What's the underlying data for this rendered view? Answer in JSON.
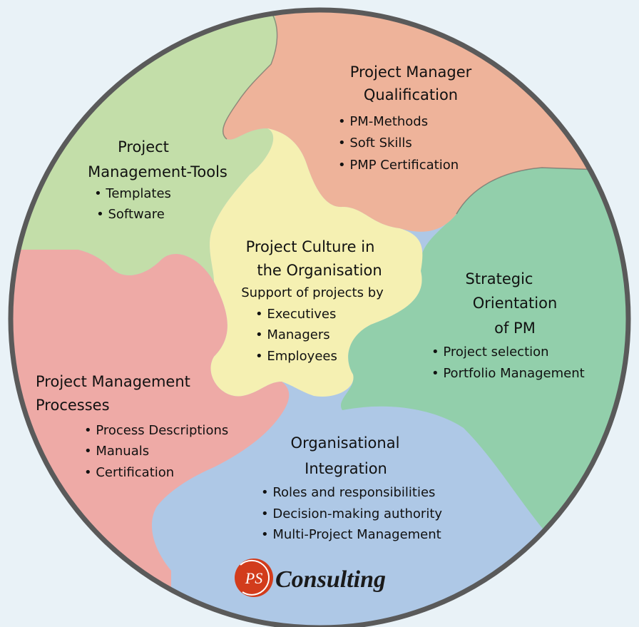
{
  "colors": {
    "background": "#e9f2f7",
    "outline": "#555555",
    "tools": "#c3dea9",
    "qualification": "#eeb39a",
    "strategic": "#92cfab",
    "integration": "#aec8e6",
    "processes": "#eeaaa6",
    "culture": "#f5f0b2",
    "logo": "#d23c1c"
  },
  "segments": {
    "tools": {
      "title": [
        "Project",
        "Management-Tools"
      ],
      "items": [
        "• Templates",
        "• Software"
      ]
    },
    "qualification": {
      "title": [
        "Project Manager",
        "Qualification"
      ],
      "items": [
        "• PM-Methods",
        "• Soft Skills",
        "• PMP Certification"
      ]
    },
    "culture": {
      "title": [
        "Project Culture in",
        "the Organisation"
      ],
      "subtitle": "Support of projects by",
      "items": [
        "• Executives",
        "• Managers",
        "• Employees"
      ]
    },
    "strategic": {
      "title": [
        "Strategic",
        "Orientation",
        "of PM"
      ],
      "items": [
        "• Project selection",
        "• Portfolio Management"
      ]
    },
    "processes": {
      "title": [
        "Project Management",
        "Processes"
      ],
      "items": [
        "• Process Descriptions",
        "• Manuals",
        "• Certification"
      ]
    },
    "integration": {
      "title": [
        "Organisational",
        "Integration"
      ],
      "items": [
        "• Roles and responsibilities",
        "• Decision-making authority",
        "• Multi-Project Management"
      ]
    }
  },
  "logo": {
    "mark": "PS",
    "name": "Consulting"
  }
}
